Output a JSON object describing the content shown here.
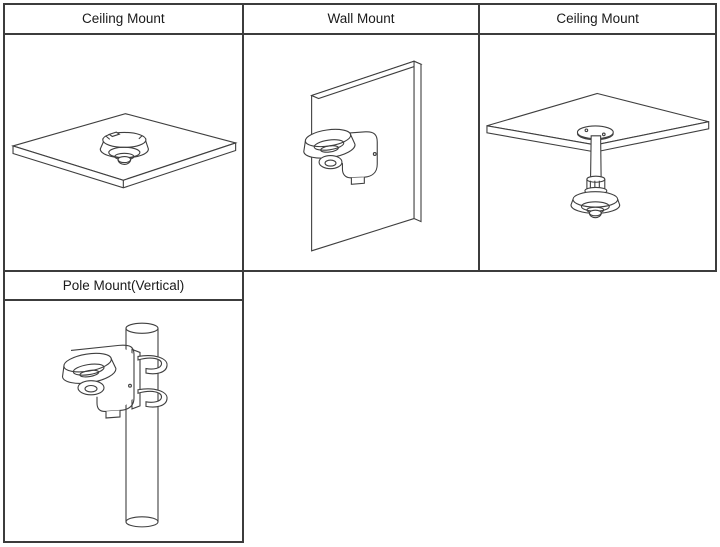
{
  "colors": {
    "background": "#ffffff",
    "table_border": "#3c3c3c",
    "drawing_line": "#3f3f3f",
    "text": "#1a1a1a"
  },
  "panels": [
    {
      "title": "Ceiling Mount",
      "illustration": "fisheye-camera-flush-on-ceiling-panel"
    },
    {
      "title": "Wall Mount",
      "illustration": "fisheye-camera-on-wall-bracket"
    },
    {
      "title": "Ceiling Mount",
      "illustration": "fisheye-camera-on-ceiling-pendant-pipe"
    },
    {
      "title": "Pole Mount(Vertical)",
      "illustration": "fisheye-camera-on-vertical-pole-clamp"
    }
  ]
}
